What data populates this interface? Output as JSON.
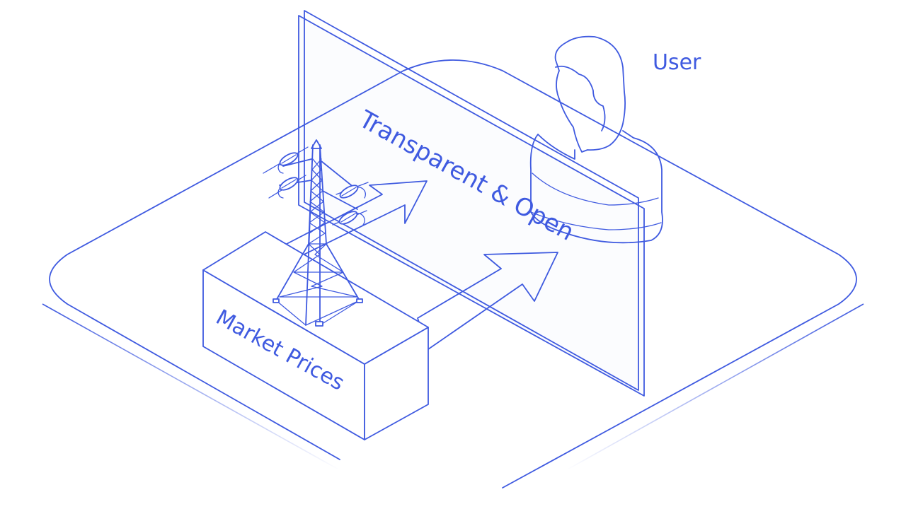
{
  "labels": {
    "user": "User",
    "transparent": "Transparent & Open",
    "market": "Market Prices"
  },
  "colors": {
    "stroke": "#3f5ae0",
    "background": "#ffffff"
  },
  "icons": {
    "person": "user-bust-icon",
    "tower": "transmission-tower-icon",
    "arrows": "arrow-icon"
  }
}
